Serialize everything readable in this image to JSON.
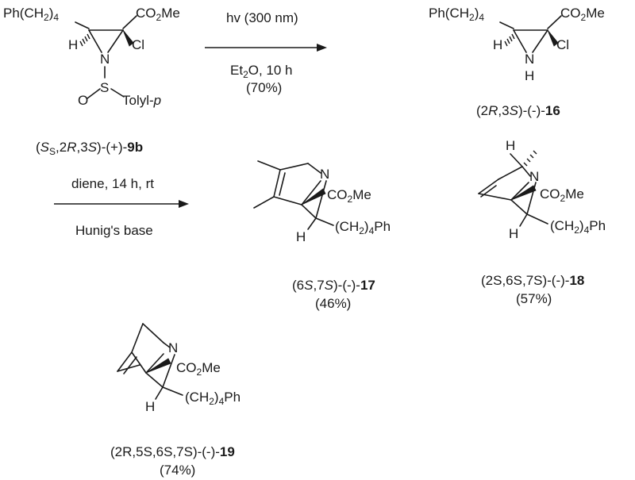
{
  "reaction1": {
    "reagent": "hv (300 nm)",
    "solvent_main": "Et",
    "solvent_sub": "2",
    "solvent_rest": "O, 10 h",
    "yield": "(70%)"
  },
  "reaction2": {
    "reagent": "diene, 14 h, rt",
    "base": "Hunig's base"
  },
  "sm": {
    "substituent": "Ph(CH",
    "substituent_sub": "2",
    "substituent_close": ")",
    "substituent_count": "4",
    "ester": "CO",
    "ester_sub": "2",
    "ester_rest": "Me",
    "cl": "Cl",
    "h": "H",
    "n": "N",
    "s": "S",
    "o": "O",
    "tolyl": "Tolyl-",
    "tolyl_p": "p",
    "label_open": "(",
    "label_S": "S",
    "label_Ssub": "S",
    "label_mid1": ",2",
    "label_R": "R",
    "label_mid2": ",3",
    "label_S2": "S",
    "label_tail": ")-(+)-",
    "label_num": "9b"
  },
  "p16": {
    "substituent": "Ph(CH",
    "substituent_sub": "2",
    "substituent_close": ")",
    "substituent_count": "4",
    "ester": "CO",
    "ester_sub": "2",
    "ester_rest": "Me",
    "cl": "Cl",
    "h": "H",
    "n": "N",
    "nh": "H",
    "label_open": "(2",
    "label_R": "R",
    "label_mid": ",3",
    "label_S": "S",
    "label_tail": ")-(-)-",
    "label_num": "16"
  },
  "p17": {
    "n": "N",
    "h": "H",
    "ester": "CO",
    "ester_sub": "2",
    "ester_rest": "Me",
    "chain": "(CH",
    "chain_sub": "2",
    "chain_close": ")",
    "chain_count": "4",
    "chain_ph": "Ph",
    "label_open": "(6",
    "label_S": "S",
    "label_mid": ",7",
    "label_S2": "S",
    "label_tail": ")-(-)-",
    "label_num": "17",
    "yield": "(46%)"
  },
  "p18": {
    "n": "N",
    "h_top": "H",
    "h": "H",
    "ester": "CO",
    "ester_sub": "2",
    "ester_rest": "Me",
    "chain": "(CH",
    "chain_sub": "2",
    "chain_close": ")",
    "chain_count": "4",
    "chain_ph": "Ph",
    "label_text": "(2S,6S,7S)-(-)-",
    "label_num": "18",
    "yield": "(57%)"
  },
  "p19": {
    "n": "N",
    "h": "H",
    "ester": "CO",
    "ester_sub": "2",
    "ester_rest": "Me",
    "chain": "(CH",
    "chain_sub": "2",
    "chain_close": ")",
    "chain_count": "4",
    "chain_ph": "Ph",
    "label_text": "(2R,5S,6S,7S)-(-)-",
    "label_num": "19",
    "yield": "(74%)"
  }
}
